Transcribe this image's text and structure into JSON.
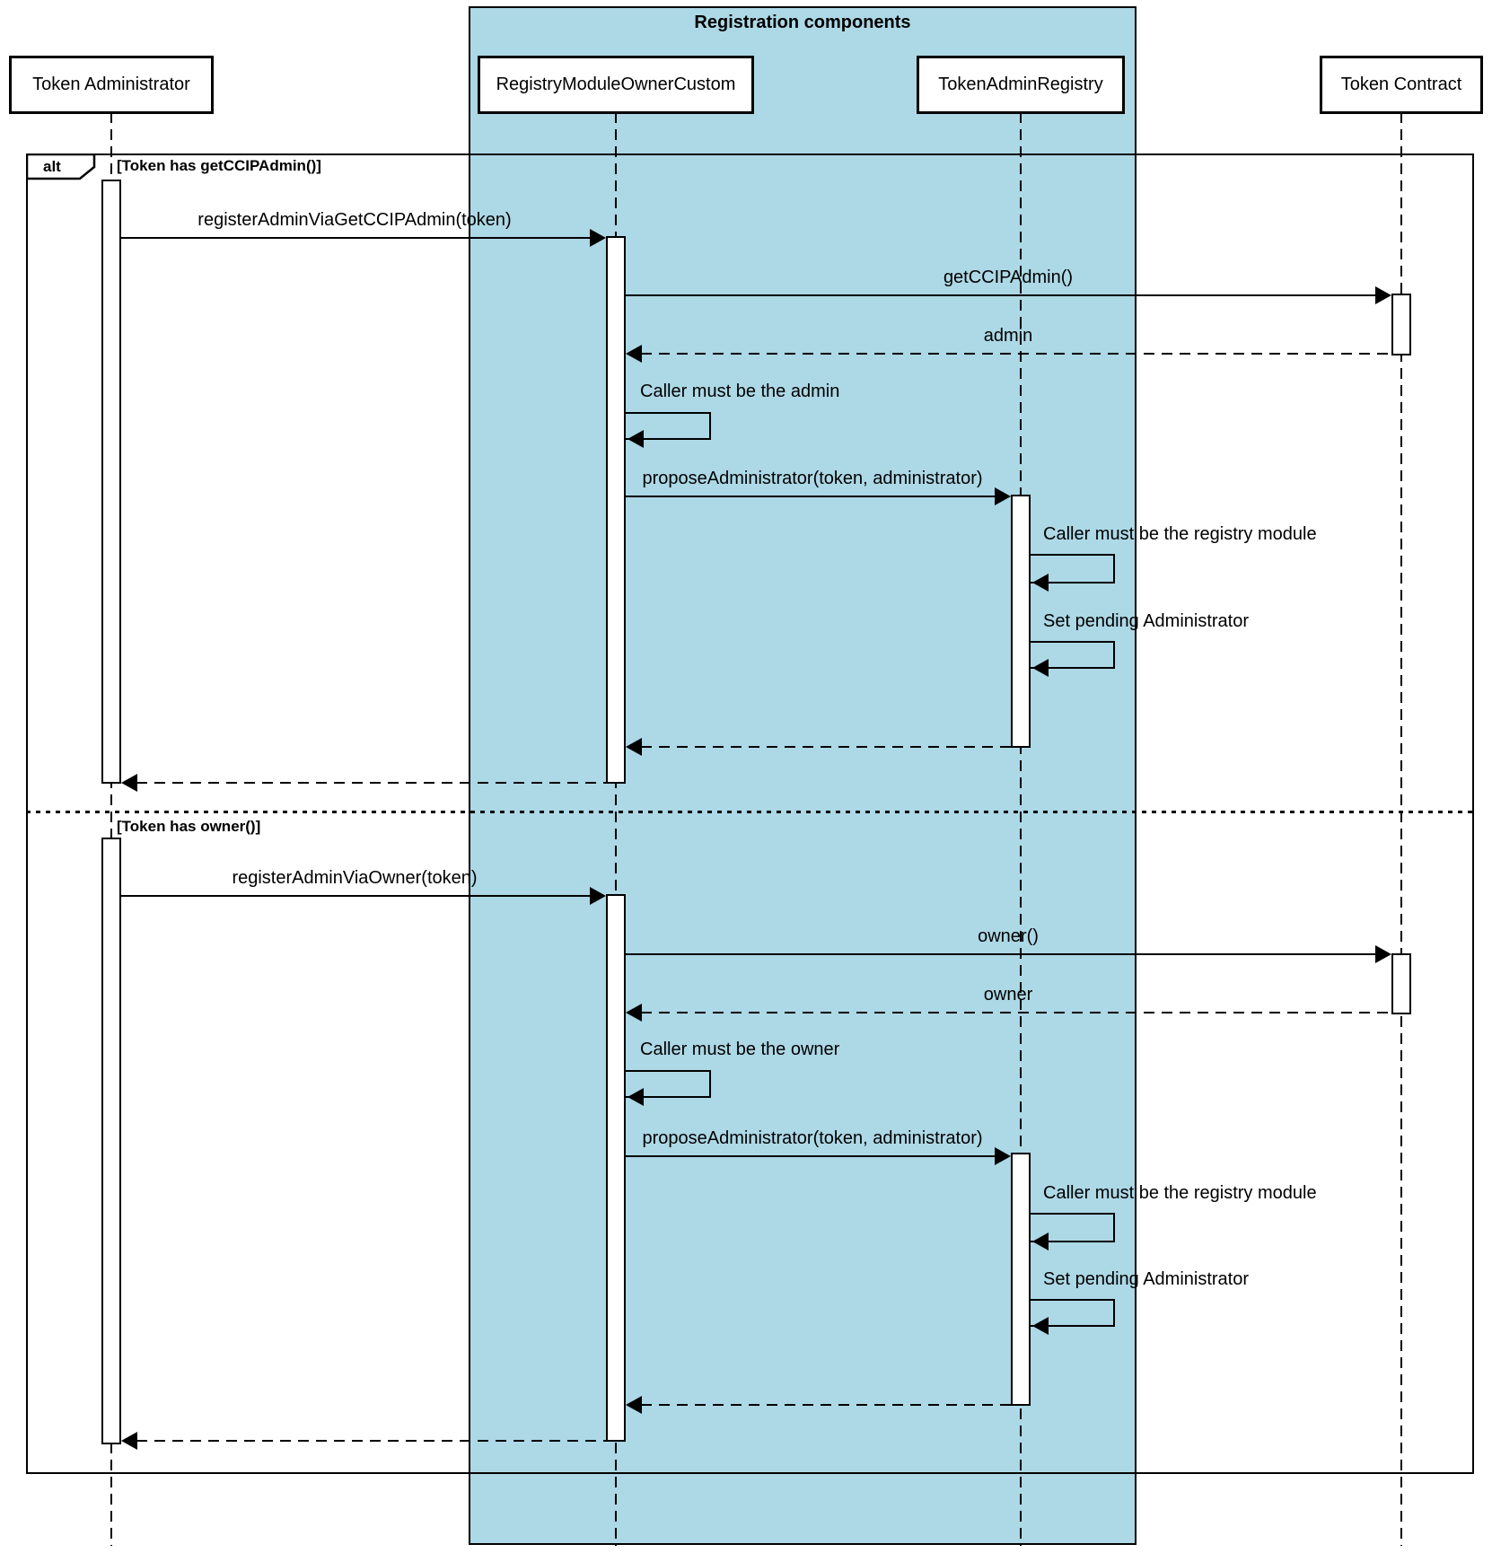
{
  "diagram": {
    "kind": "uml-sequence",
    "container": {
      "title": "Registration components",
      "fill_color": "#ADD8E6",
      "border_color": "#000000"
    },
    "frame": {
      "operator": "alt",
      "branches": [
        {
          "guard": "[Token has getCCIPAdmin()]"
        },
        {
          "guard": "[Token has owner()]"
        }
      ]
    },
    "participants": [
      {
        "name": "Token Administrator",
        "in_container": false
      },
      {
        "name": "RegistryModuleOwnerCustom",
        "in_container": true
      },
      {
        "name": "TokenAdminRegistry",
        "in_container": true
      },
      {
        "name": "Token Contract",
        "in_container": false
      }
    ],
    "branches": [
      {
        "guard": "[Token has getCCIPAdmin()]",
        "messages": [
          {
            "label": "registerAdminViaGetCCIPAdmin(token)",
            "kind": "call",
            "from": "Token Administrator",
            "to": "RegistryModuleOwnerCustom"
          },
          {
            "label": "getCCIPAdmin()",
            "kind": "call",
            "from": "RegistryModuleOwnerCustom",
            "to": "Token Contract"
          },
          {
            "label": "admin",
            "kind": "return",
            "from": "Token Contract",
            "to": "RegistryModuleOwnerCustom"
          },
          {
            "label": "Caller must be the admin",
            "kind": "self",
            "on": "RegistryModuleOwnerCustom"
          },
          {
            "label": "proposeAdministrator(token, administrator)",
            "kind": "call",
            "from": "RegistryModuleOwnerCustom",
            "to": "TokenAdminRegistry"
          },
          {
            "label": "Caller must be the registry module",
            "kind": "self",
            "on": "TokenAdminRegistry"
          },
          {
            "label": "Set pending Administrator",
            "kind": "self",
            "on": "TokenAdminRegistry"
          },
          {
            "label": "",
            "kind": "return",
            "from": "TokenAdminRegistry",
            "to": "RegistryModuleOwnerCustom"
          },
          {
            "label": "",
            "kind": "return",
            "from": "RegistryModuleOwnerCustom",
            "to": "Token Administrator"
          }
        ]
      },
      {
        "guard": "[Token has owner()]",
        "messages": [
          {
            "label": "registerAdminViaOwner(token)",
            "kind": "call",
            "from": "Token Administrator",
            "to": "RegistryModuleOwnerCustom"
          },
          {
            "label": "owner()",
            "kind": "call",
            "from": "RegistryModuleOwnerCustom",
            "to": "Token Contract"
          },
          {
            "label": "owner",
            "kind": "return",
            "from": "Token Contract",
            "to": "RegistryModuleOwnerCustom"
          },
          {
            "label": "Caller must be the owner",
            "kind": "self",
            "on": "RegistryModuleOwnerCustom"
          },
          {
            "label": "proposeAdministrator(token, administrator)",
            "kind": "call",
            "from": "RegistryModuleOwnerCustom",
            "to": "TokenAdminRegistry"
          },
          {
            "label": "Caller must be the registry module",
            "kind": "self",
            "on": "TokenAdminRegistry"
          },
          {
            "label": "Set pending Administrator",
            "kind": "self",
            "on": "TokenAdminRegistry"
          },
          {
            "label": "",
            "kind": "return",
            "from": "TokenAdminRegistry",
            "to": "RegistryModuleOwnerCustom"
          },
          {
            "label": "",
            "kind": "return",
            "from": "RegistryModuleOwnerCustom",
            "to": "Token Administrator"
          }
        ]
      }
    ]
  }
}
